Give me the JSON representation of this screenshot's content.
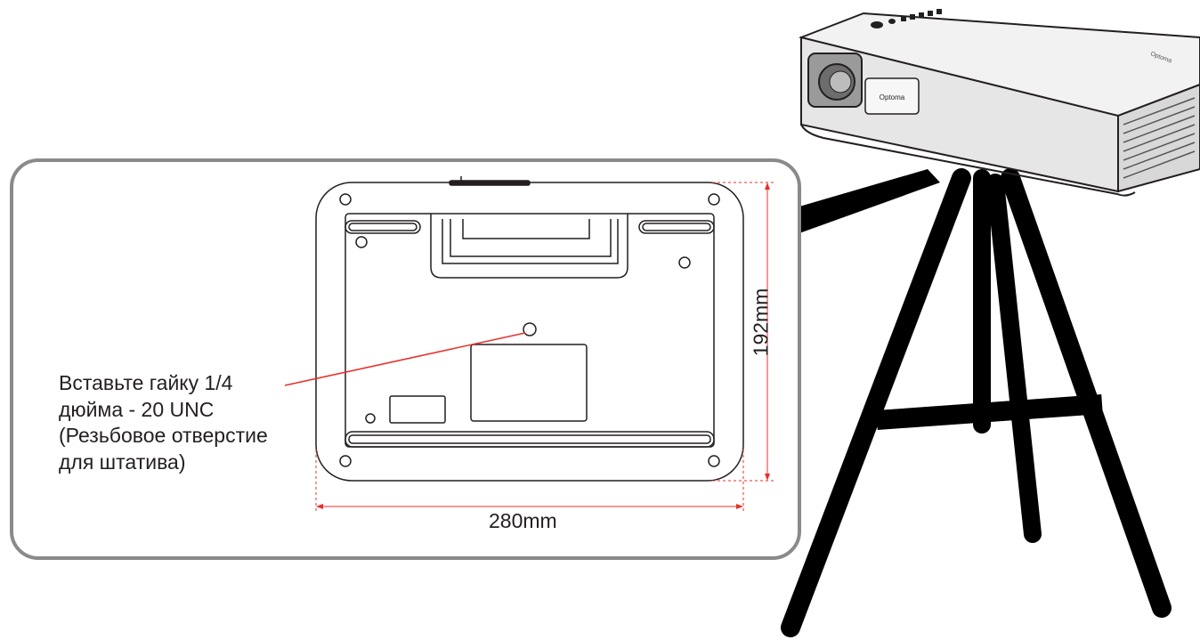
{
  "diagram": {
    "callout_lines": [
      "Вставьте гайку 1/4",
      "дюйма - 20 UNC",
      "(Резьбовое отверстие",
      "для штатива)"
    ],
    "width_label": "280mm",
    "height_label": "192mm",
    "projector_brand_mark": "Optoma",
    "colors": {
      "panel_border": "#8a8a8a",
      "line": "#231f20",
      "dimension": "#e8302a",
      "tripod": "#000000"
    }
  }
}
